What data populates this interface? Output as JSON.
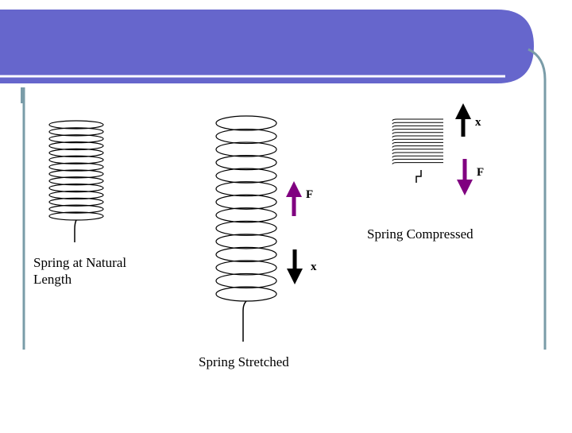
{
  "slide": {
    "theme_color": "#6666CC",
    "frame_color": "#7A9CA8"
  },
  "diagram": {
    "natural": {
      "caption_line1": "Spring at Natural",
      "caption_line2": "Length"
    },
    "stretched": {
      "caption": "Spring Stretched",
      "force_label": "F",
      "displacement_label": "x",
      "force_color": "#800080",
      "displacement_color": "#000000"
    },
    "compressed": {
      "caption": "Spring Compressed",
      "force_label": "F",
      "displacement_label": "x",
      "force_color": "#800080",
      "displacement_color": "#000000"
    }
  }
}
